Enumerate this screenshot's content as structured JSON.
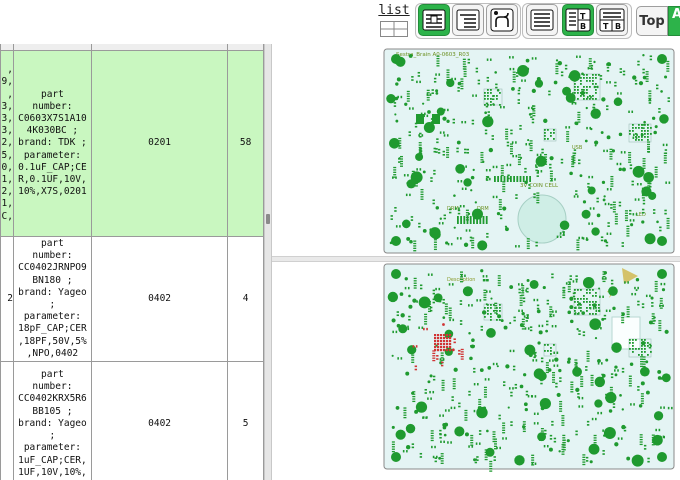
{
  "toolbar": {
    "list_label": "list",
    "buttons": [
      {
        "icon": "bom-grouped-icon",
        "active": true
      },
      {
        "icon": "bom-ungrouped-icon",
        "active": false
      },
      {
        "icon": "netlist-icon",
        "active": false
      },
      {
        "icon": "layout-single-icon",
        "active": false
      },
      {
        "icon": "layout-top-bottom-icon",
        "active": true
      },
      {
        "icon": "layout-left-right-icon",
        "active": false
      }
    ],
    "top_label": "Top",
    "all_label": "A"
  },
  "bom": {
    "rows": [
      {
        "refs": ",\n9,\n,\n3,\n3,\n3,\n2,\n5,\n0,\n1,\n2,\n1,\nC,",
        "description": "part\nnumber:\nC0603X7S1A10\n4K030BC ;\nbrand: TDK ;\nparameter:\n0.1uF_CAP;CE\nR,0.1UF,10V,\n10%,X7S,0201",
        "footprint": "0201",
        "quantity": "58",
        "highlighted": true
      },
      {
        "refs": "2",
        "description": "part\nnumber:\nCC0402JRNPO9\nBN180 ;\nbrand: Yageo\n;\nparameter:\n18pF_CAP;CER\n,18PF,50V,5%\n,NPO,0402",
        "footprint": "0402",
        "quantity": "4",
        "highlighted": false
      },
      {
        "refs": "",
        "description": "part\nnumber:\nCC0402KRX5R6\nBB105 ;\nbrand: Yageo\n;\nparameter:\n1uF_CAP;CER,\n1UF,10V,10%,",
        "footprint": "0402",
        "quantity": "5",
        "highlighted": false
      }
    ]
  },
  "board_front": {
    "title_text": "Sestra_Brain   A0-0603_R03",
    "silk_labels": [
      "3V COIN CELL",
      "DRM",
      "DRM",
      "LED",
      "USB"
    ]
  },
  "board_back": {
    "silk_labels": [
      "Description"
    ]
  },
  "colors": {
    "accent_green": "#2db34a",
    "highlight_row": "#c9f7c0",
    "board_fill": "#e4f4f4",
    "pad_green": "#1f9a2f",
    "pad_red": "#d03434"
  }
}
